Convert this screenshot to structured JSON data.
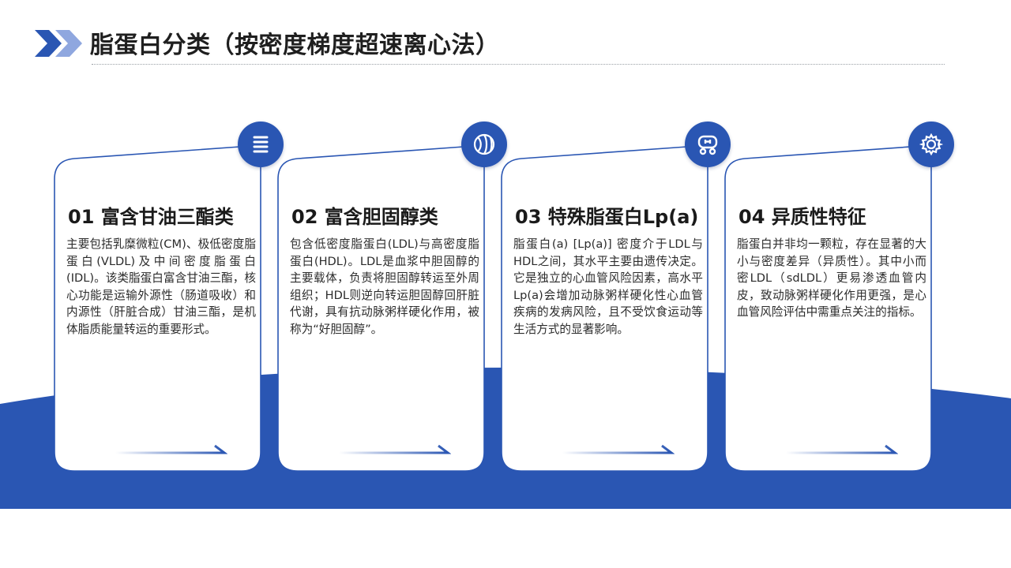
{
  "page": {
    "title": "脂蛋白分类（按密度梯度超速离心法）"
  },
  "colors": {
    "accent": "#2a56b3",
    "accent_light": "#8fa7df",
    "card_border": "#2a56b3",
    "title_text": "#1f1f1f"
  },
  "cards": [
    {
      "icon": "list-icon",
      "title": "01 富含甘油三酯类",
      "text": "主要包括乳糜微粒(CM)、极低密度脂蛋白(VLDL)及中间密度脂蛋白(IDL)。该类脂蛋白富含甘油三酯，核心功能是运输外源性（肠道吸收）和内源性（肝脏合成）甘油三酯，是机体脂质能量转运的重要形式。"
    },
    {
      "icon": "ball-icon",
      "title": "02 富含胆固醇类",
      "text": "包含低密度脂蛋白(LDL)与高密度脂蛋白(HDL)。LDL是血浆中胆固醇的主要载体，负责将胆固醇转运至外周组织；HDL则逆向转运胆固醇回肝脏代谢，具有抗动脉粥样硬化作用，被称为“好胆固醇”。"
    },
    {
      "icon": "vehicle-icon",
      "title": "03 特殊脂蛋白Lp(a)",
      "text": "脂蛋白(a) [Lp(a)] 密度介于LDL与HDL之间，其水平主要由遗传决定。它是独立的心血管风险因素，高水平Lp(a)会增加动脉粥样硬化性心血管疾病的发病风险，且不受饮食运动等生活方式的显著影响。"
    },
    {
      "icon": "gear-icon",
      "title": "04 异质性特征",
      "text": "脂蛋白并非均一颗粒，存在显著的大小与密度差异（异质性）。其中小而密LDL（sdLDL）更易渗透血管内皮，致动脉粥样硬化作用更强，是心血管风险评估中需重点关注的指标。"
    }
  ]
}
